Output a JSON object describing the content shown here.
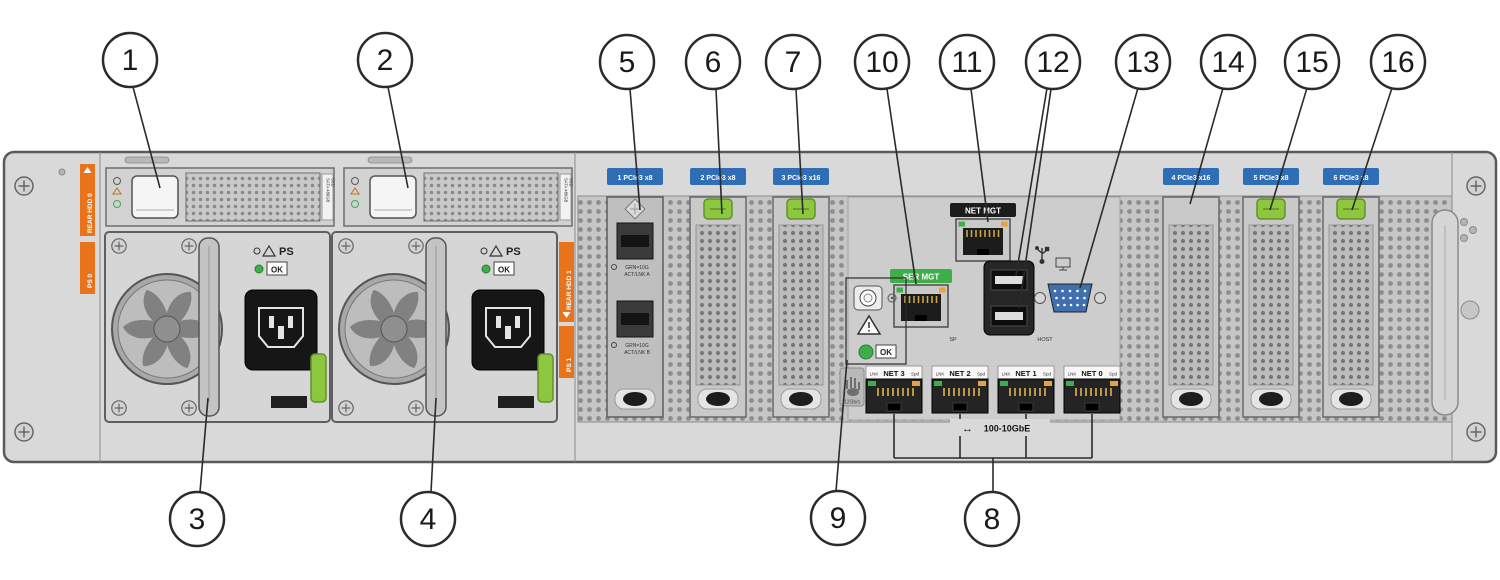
{
  "figure": {
    "type": "server-rear-panel-callout-diagram"
  },
  "callouts": {
    "c1": "1",
    "c2": "2",
    "c3": "3",
    "c4": "4",
    "c5": "5",
    "c6": "6",
    "c7": "7",
    "c8": "8",
    "c9": "9",
    "c10": "10",
    "c11": "11",
    "c12": "12",
    "c13": "13",
    "c14": "14",
    "c15": "15",
    "c16": "16"
  },
  "labels": {
    "rear_hdd_0": "REAR HDD 0",
    "rear_hdd_1": "REAR HDD 1",
    "ps_0": "PS 0",
    "ps_1": "PS 1",
    "drive_type": "SATA 480GB",
    "drive_type_2": "SSD",
    "psu_ps": "PS",
    "ok": "OK",
    "pcie_slot_1": "1 PCIe3 x8",
    "pcie_slot_2": "2 PCIe3 x8",
    "pcie_slot_3": "3 PCIe3 x16",
    "pcie_slot_4": "4 PCIe3 x16",
    "pcie_slot_5": "5 PCIe3 x8",
    "pcie_slot_6": "6 PCIe3 x8",
    "grn_10g": "GRN=10G",
    "act_lnk_a": "ACT/LNK A",
    "act_lnk_b": "ACT/LNK B",
    "ser_mgt": "SER MGT",
    "net_mgt": "NET MGT",
    "sp": "SP",
    "host": "HOST",
    "net_3": "NET 3",
    "net_2": "NET 2",
    "net_1": "NET 1",
    "net_0": "NET 0",
    "lnk": "LNK",
    "spd": "Spd",
    "net_speed": "100-10GbE",
    "sas_speed": "12Gb/s"
  },
  "icons": {
    "arrow_lr": "↔"
  },
  "colors": {
    "chassis_gray": "#d9d9d9",
    "slot_label_blue": "#2f6db5",
    "ser_mgt_green": "#3fae49",
    "warn_orange": "#e8731a",
    "release_tab_green": "#8dc63f",
    "ok_green": "#3fae49",
    "vga_blue": "#3f6fae",
    "amber": "#e9a13b"
  }
}
